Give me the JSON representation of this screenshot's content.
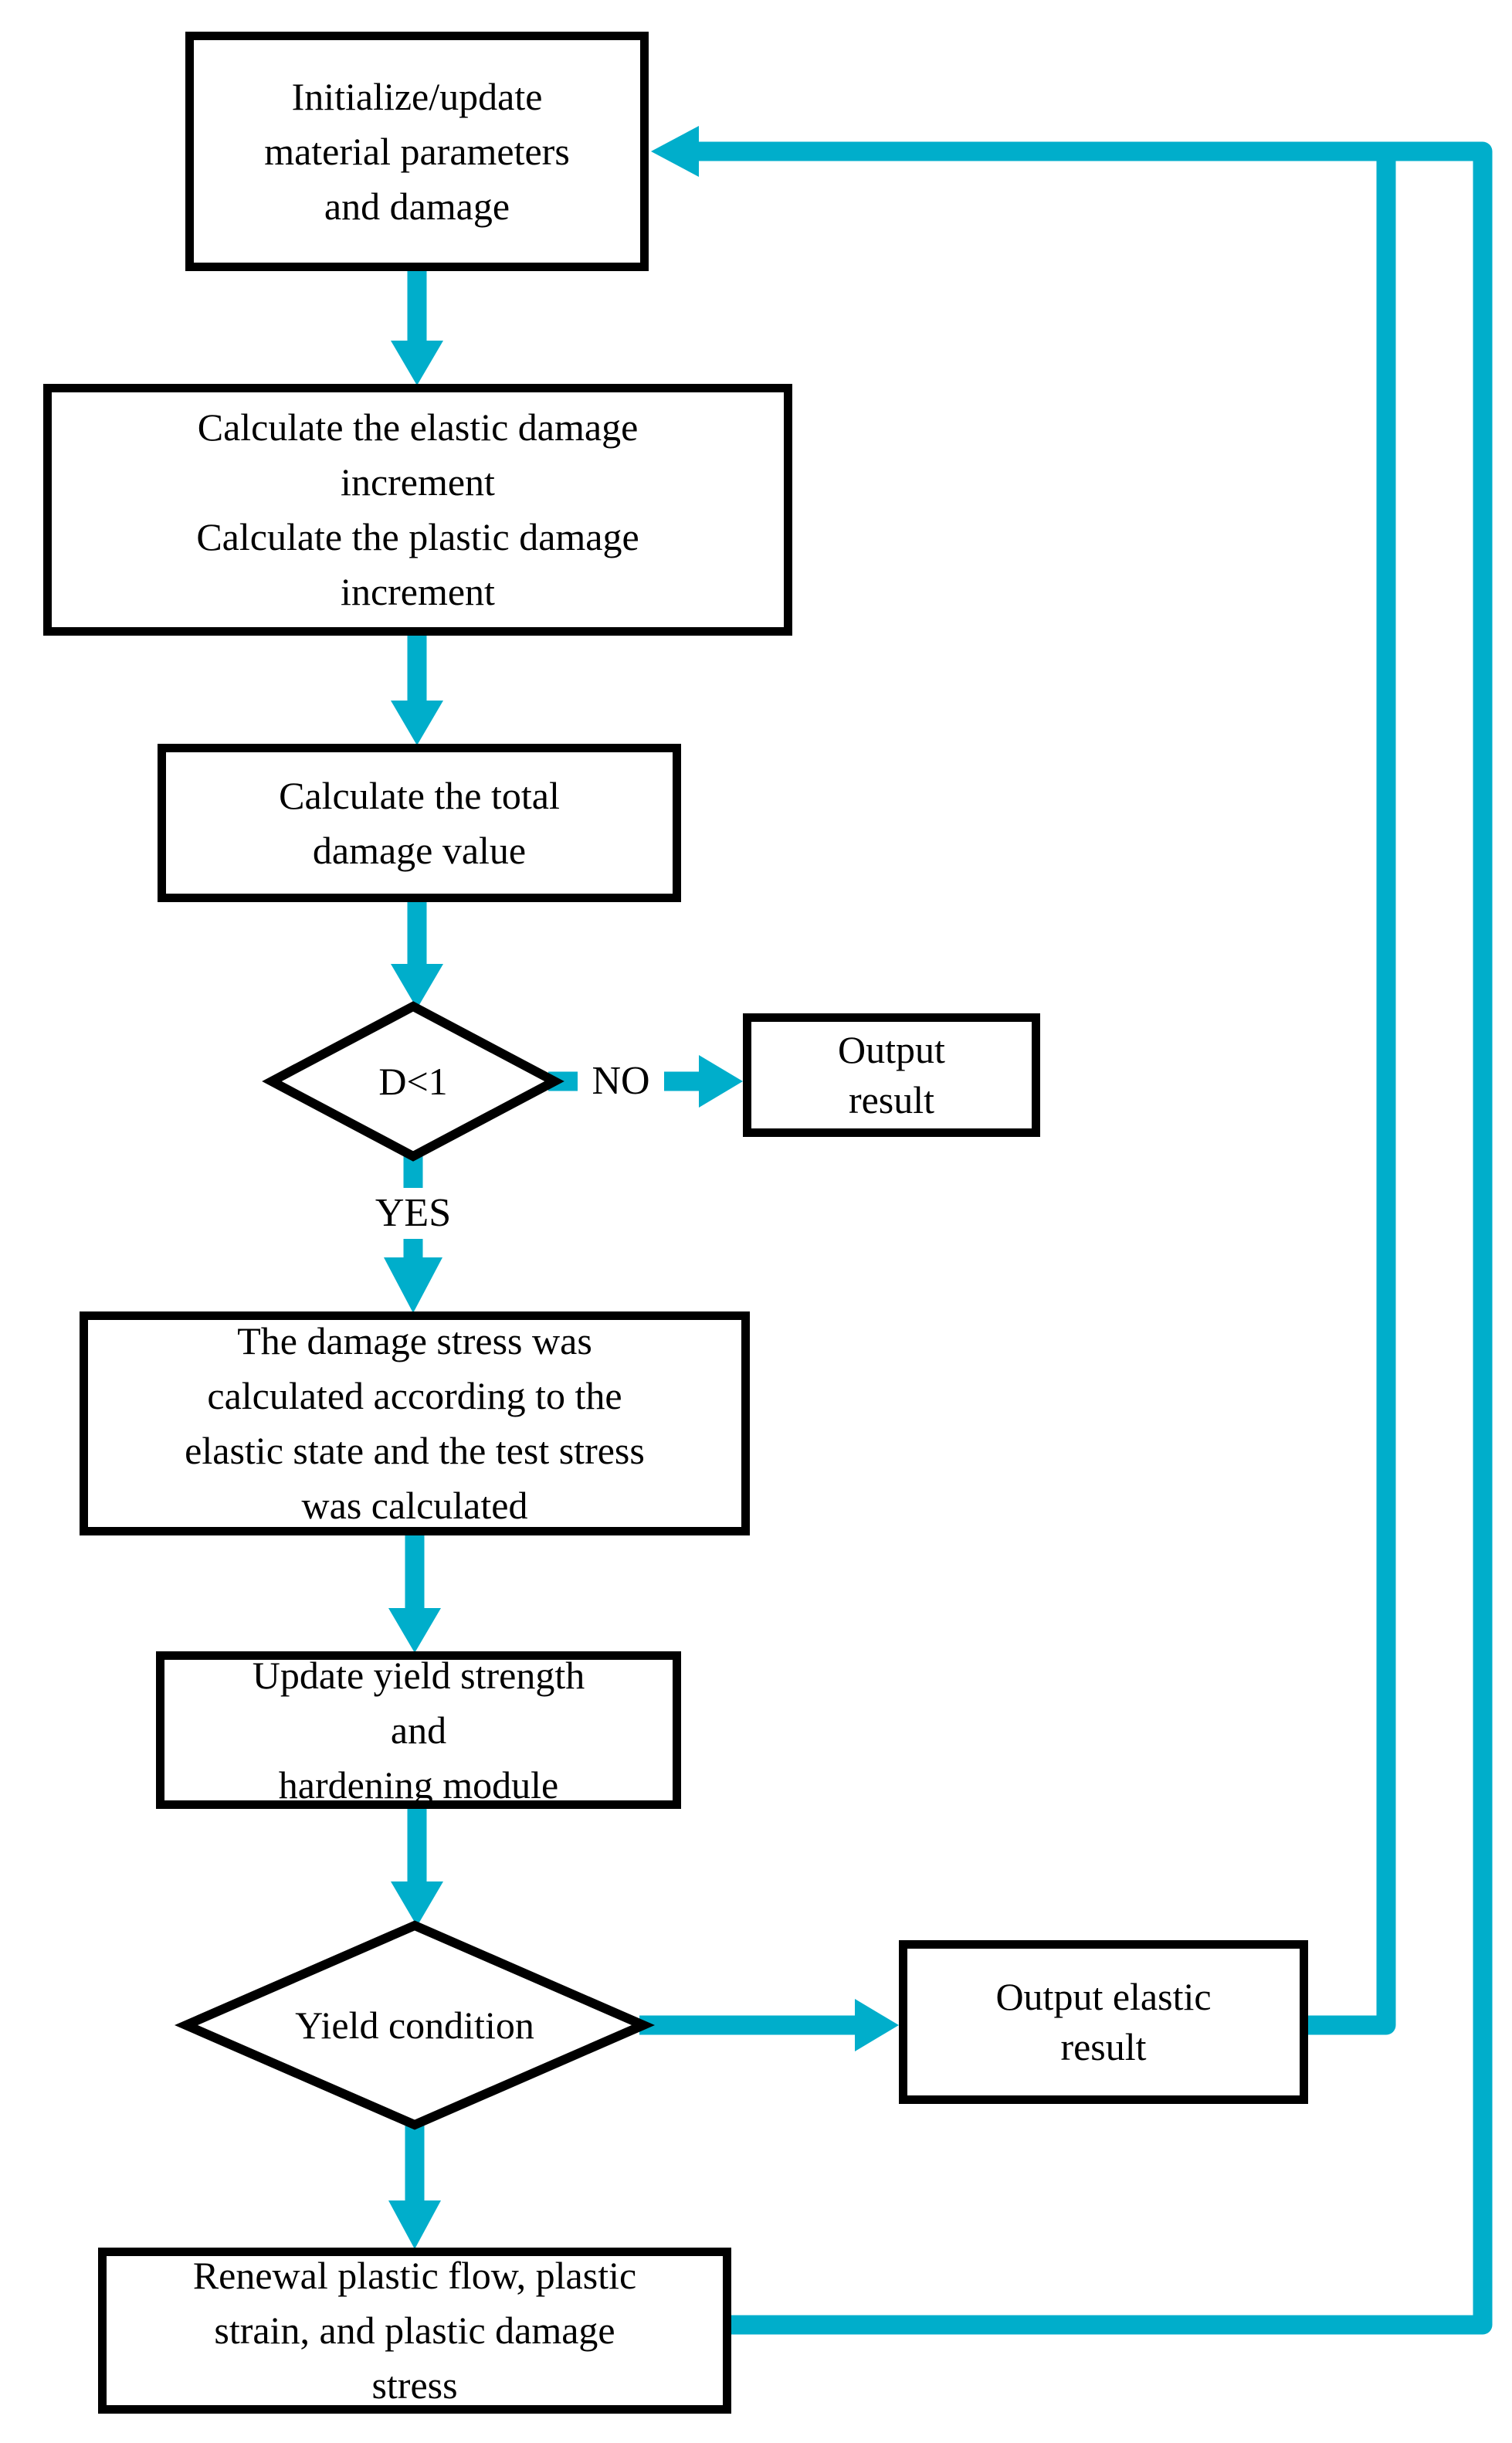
{
  "colors": {
    "arrow": "#00AECB",
    "node_border": "#000000",
    "node_fill": "#FFFFFF",
    "text": "#000000",
    "background": "#FFFFFF"
  },
  "nodes": {
    "initialize": {
      "label": "Initialize/update\nmaterial parameters\nand damage"
    },
    "calc_increments": {
      "label": "Calculate the elastic damage\nincrement\nCalculate the plastic damage\nincrement"
    },
    "calc_total": {
      "label": "Calculate the total\ndamage value"
    },
    "decision_d": {
      "label": "D<1"
    },
    "output_result": {
      "label": "Output\nresult"
    },
    "damage_stress": {
      "label": "The damage stress was\ncalculated according to the\nelastic state and the test stress\nwas calculated"
    },
    "update_yield": {
      "label": "Update yield strength\nand\nhardening module"
    },
    "decision_yield": {
      "label": "Yield condition"
    },
    "output_elastic": {
      "label": "Output elastic\nresult"
    },
    "renewal": {
      "label": "Renewal plastic flow, plastic\nstrain, and plastic damage\nstress"
    }
  },
  "labels": {
    "no": "NO",
    "yes": "YES"
  }
}
